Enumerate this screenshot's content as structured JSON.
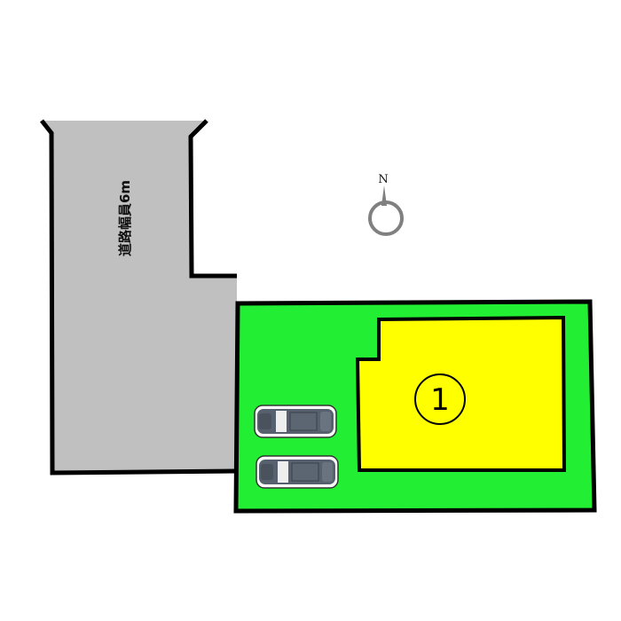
{
  "road": {
    "label": "道路幅員6m",
    "fill": "#c0c0c0"
  },
  "compass": {
    "label": "N",
    "ring_color": "#808080"
  },
  "lot": {
    "number": "1",
    "site_fill": "#22ee33",
    "building_fill": "#ffff00"
  },
  "parking": {
    "cars": [
      {
        "name": "car-1"
      },
      {
        "name": "car-2"
      }
    ],
    "car_color": "#555a66"
  }
}
